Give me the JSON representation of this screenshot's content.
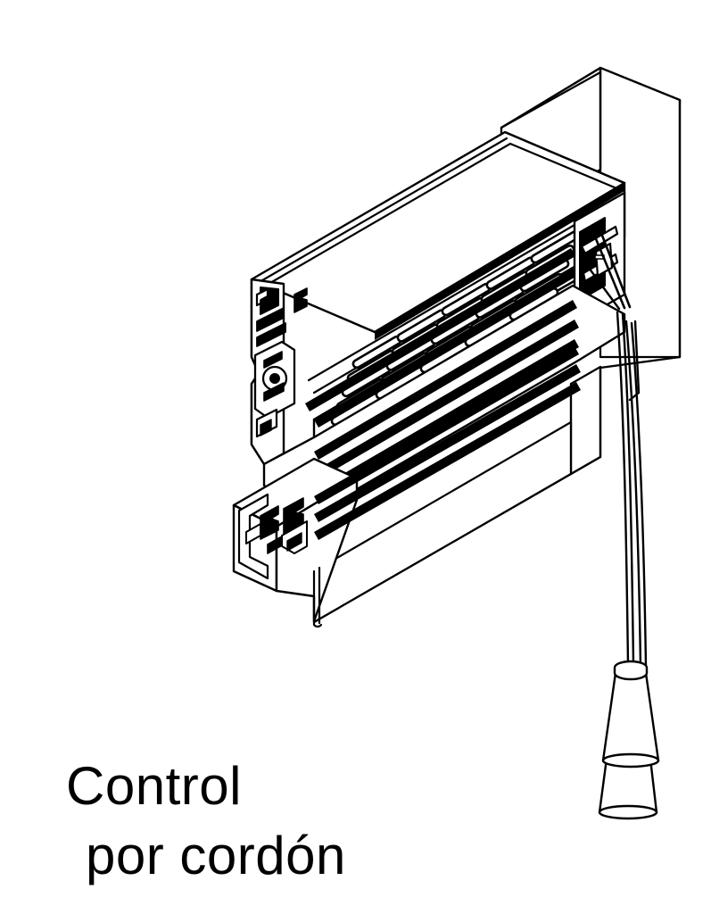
{
  "document": {
    "title": "Control por cordón",
    "language": "es",
    "background_color": "#ffffff",
    "ink_color": "#000000"
  },
  "caption": {
    "line1": "Control",
    "line2": "por cordón",
    "color": "#000000"
  },
  "illustration": {
    "name": "venetian-blind-headrail-isometric-cutaway",
    "description": "Isometric technical cutaway drawing of a venetian blind headrail assembly mounted to a wall, showing the extruded aluminium head profile, stacked slats, bottom rail profile, cord lock mechanism and two hanging cord tassels.",
    "style": "line-art",
    "stroke_color": "#000000",
    "fill_color": "#ffffff",
    "parts": [
      {
        "id": "wall-panel",
        "label": "wall-panel"
      },
      {
        "id": "head-rail-profile",
        "label": "head-rail-extrusion-cross-section"
      },
      {
        "id": "slat-stack",
        "label": "slat-stack"
      },
      {
        "id": "bottom-rail-profile",
        "label": "bottom-rail-extrusion-cross-section"
      },
      {
        "id": "cord-lock",
        "label": "cord-lock-mechanism"
      },
      {
        "id": "control-cords",
        "label": "control-cords"
      },
      {
        "id": "tassels",
        "label": "cord-tassels"
      }
    ]
  }
}
